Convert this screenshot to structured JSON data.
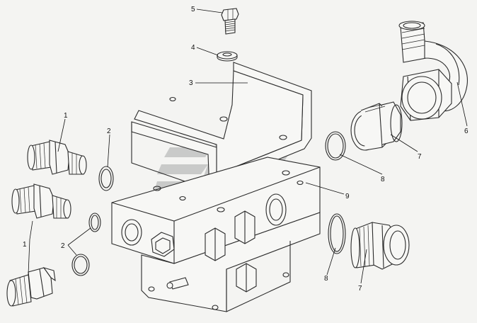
{
  "callouts": [
    {
      "id": "c5",
      "text": "5"
    },
    {
      "id": "c4",
      "text": "4"
    },
    {
      "id": "c3",
      "text": "3"
    },
    {
      "id": "c6",
      "text": "6"
    },
    {
      "id": "c1a",
      "text": "1"
    },
    {
      "id": "c2a",
      "text": "2"
    },
    {
      "id": "c7a",
      "text": "7"
    },
    {
      "id": "c8a",
      "text": "8"
    },
    {
      "id": "c9",
      "text": "9"
    },
    {
      "id": "c1b",
      "text": "1"
    },
    {
      "id": "c2b",
      "text": "2"
    },
    {
      "id": "c8b",
      "text": "8"
    },
    {
      "id": "c7b",
      "text": "7"
    }
  ]
}
